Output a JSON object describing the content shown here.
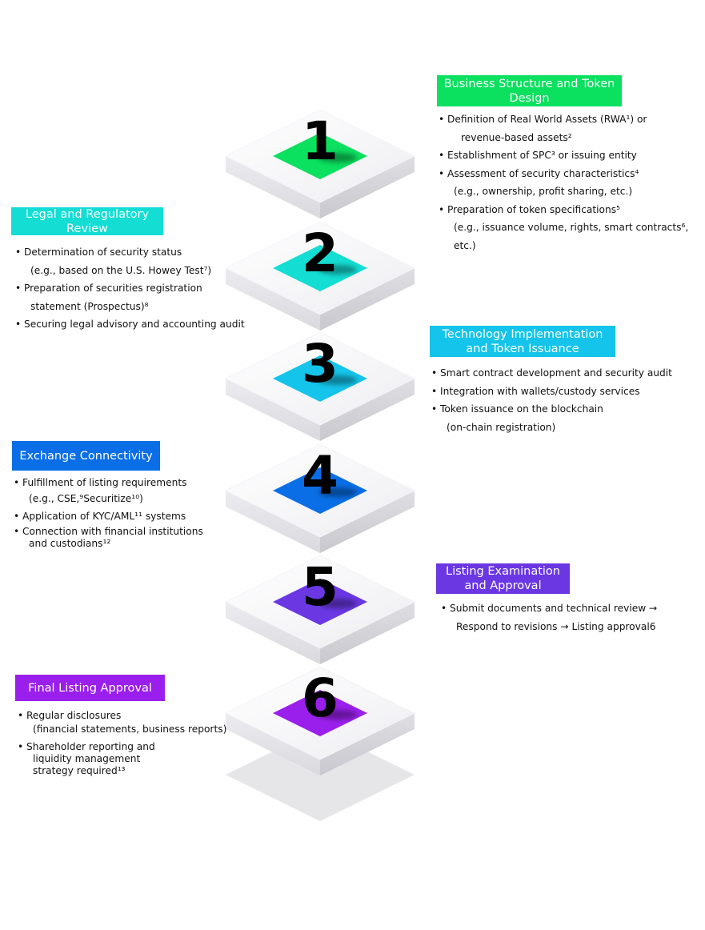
{
  "colors": {
    "step1": "#0be05f",
    "step2": "#14ddd3",
    "step3": "#14c4ea",
    "step4": "#0a6ee6",
    "step5": "#6a37e3",
    "step6": "#9a1fec"
  },
  "steps": [
    {
      "number": "1",
      "title": "Business Structure and Token Design",
      "bullets": [
        {
          "text": "Definition of Real World Assets (RWA¹) or",
          "sub": "revenue-based assets²"
        },
        {
          "text": "Establishment of SPC³ or issuing entity",
          "sub": ""
        },
        {
          "text": "Assessment of security characteristics⁴",
          "sub": "(e.g., ownership, profit sharing, etc.)"
        },
        {
          "text": "Preparation of token specifications⁵",
          "sub": "(e.g., issuance volume, rights, smart contracts⁶, etc.)"
        }
      ]
    },
    {
      "number": "2",
      "title": "Legal and Regulatory Review",
      "bullets": [
        {
          "text": "Determination of security status",
          "sub": "(e.g., based on the U.S. Howey Test⁷)"
        },
        {
          "text": "Preparation of securities registration",
          "sub": "statement (Prospectus)⁸"
        },
        {
          "text": "Securing legal advisory and accounting audit",
          "sub": ""
        }
      ]
    },
    {
      "number": "3",
      "title": "Technology Implementation and Token Issuance",
      "bullets": [
        {
          "text": "Smart contract development and security audit",
          "sub": ""
        },
        {
          "text": "Integration with wallets/custody services",
          "sub": ""
        },
        {
          "text": "Token issuance on the blockchain",
          "sub": "(on-chain registration)"
        }
      ]
    },
    {
      "number": "4",
      "title": "Exchange Connectivity",
      "bullets": [
        {
          "text": "Fulfillment of listing requirements",
          "sub": "(e.g., CSE,⁹Securitize¹⁰)"
        },
        {
          "text": "Application of KYC/AML¹¹ systems",
          "sub": ""
        },
        {
          "text": "Connection with financial institutions",
          "sub": "and custodians¹²"
        }
      ]
    },
    {
      "number": "5",
      "title": "Listing Examination and Approval",
      "bullets": [
        {
          "text": "Submit documents and technical review →",
          "sub": "Respond to revisions → Listing approval6"
        }
      ]
    },
    {
      "number": "6",
      "title": "Final Listing Approval",
      "bullets": [
        {
          "text": "Regular disclosures",
          "sub": "(financial statements, business reports)"
        },
        {
          "text": "Shareholder reporting and",
          "sub": "liquidity management"
        },
        {
          "text": "",
          "sub": "strategy required¹³"
        }
      ]
    }
  ]
}
